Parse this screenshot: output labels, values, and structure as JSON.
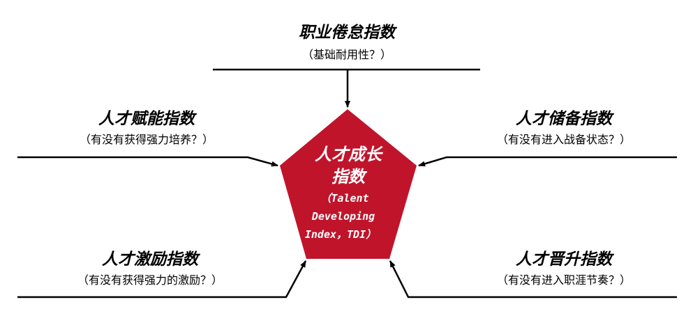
{
  "center": {
    "title_line1": "人才成长",
    "title_line2": "指数",
    "en_line1": "（Talent",
    "en_line2": "Developing",
    "en_line3": "Index，TDI）",
    "color": "#C0142B"
  },
  "nodes": {
    "top": {
      "title": "职业倦怠指数",
      "sub": "（基础耐用性？）"
    },
    "upper_left": {
      "title": "人才赋能指数",
      "sub": "（有没有获得强力培养？）"
    },
    "upper_right": {
      "title": "人才储备指数",
      "sub": "（有没有进入战备状态？）"
    },
    "lower_left": {
      "title": "人才激励指数",
      "sub": "（有没有获得强力的激励？）"
    },
    "lower_right": {
      "title": "人才晋升指数",
      "sub": "（有没有进入职涯节奏？）"
    }
  }
}
